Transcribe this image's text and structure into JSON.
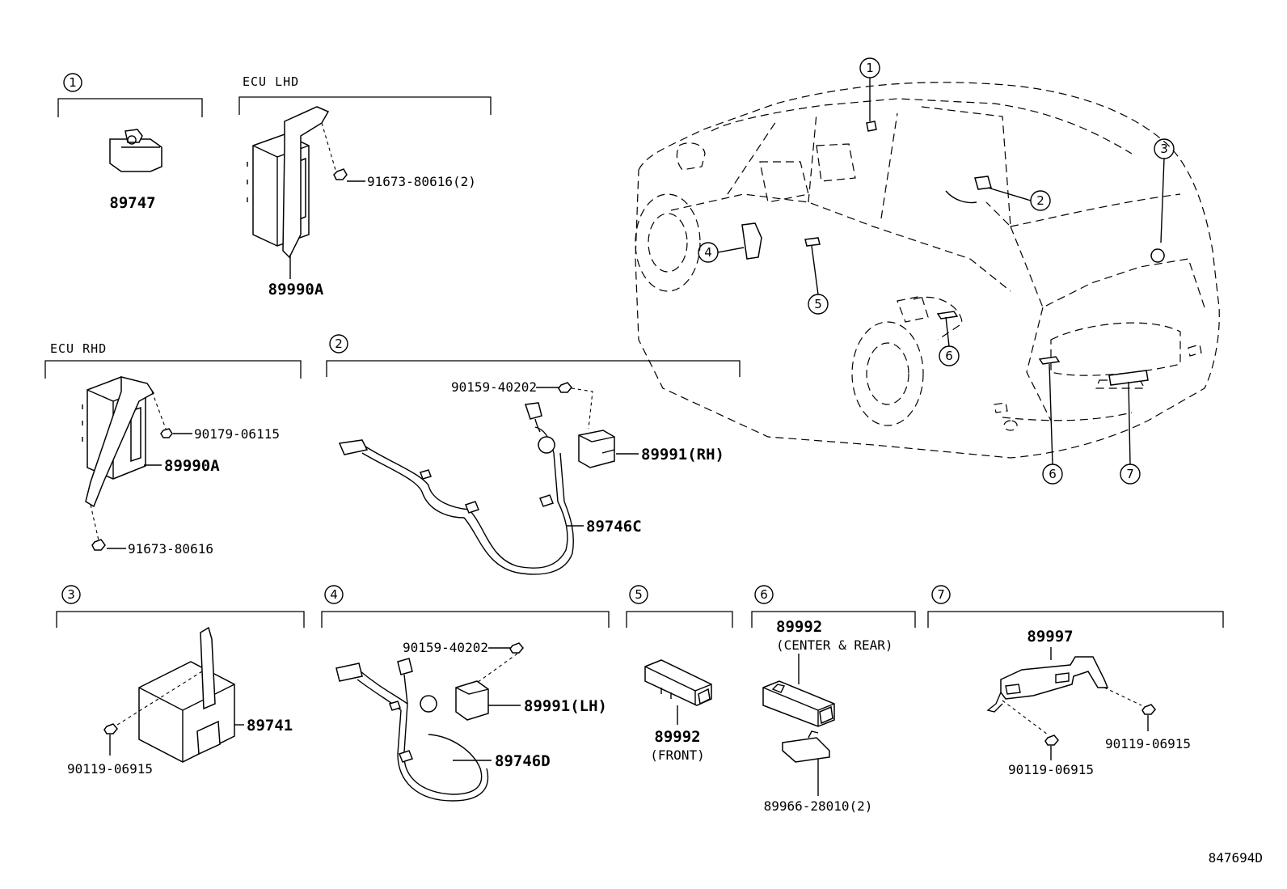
{
  "headers": {
    "ecu_lhd": "ECU LHD",
    "ecu_rhd": "ECU RHD"
  },
  "groups": [
    {
      "id": "1",
      "label": "1"
    },
    {
      "id": "2",
      "label": "2"
    },
    {
      "id": "3",
      "label": "3"
    },
    {
      "id": "4",
      "label": "4"
    },
    {
      "id": "5",
      "label": "5"
    },
    {
      "id": "6",
      "label": "6"
    },
    {
      "id": "7",
      "label": "7"
    }
  ],
  "car_callouts": [
    "1",
    "2",
    "3",
    "4",
    "5",
    "6",
    "6",
    "7"
  ],
  "parts": {
    "p89747": "89747",
    "p89990a_lhd": "89990A",
    "p91673_80616_2": "91673-80616(2)",
    "p90179_06115": "90179-06115",
    "p89990a_rhd": "89990A",
    "p91673_80616": "91673-80616",
    "p90159_40202_a": "90159-40202",
    "p89991_rh": "89991(RH)",
    "p89746c": "89746C",
    "p89741": "89741",
    "p90119_06915_a": "90119-06915",
    "p90159_40202_b": "90159-40202",
    "p89991_lh": "89991(LH)",
    "p89746d": "89746D",
    "p89992_front": "89992",
    "p89992_front_note": "(FRONT)",
    "p89992_cr": "89992",
    "p89992_cr_note": "(CENTER & REAR)",
    "p89966_28010_2": "89966-28010(2)",
    "p89997": "89997",
    "p90119_06915_b": "90119-06915",
    "p90119_06915_c": "90119-06915"
  },
  "diagram_id": "847694D"
}
